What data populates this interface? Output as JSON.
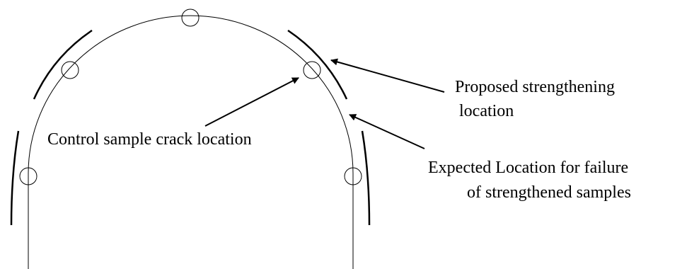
{
  "labels": {
    "proposed_line1": "Proposed strengthening",
    "proposed_line2": "location",
    "control": "Control sample crack location",
    "expected_line1": "Expected Location for failure",
    "expected_line2": "of strengthened samples"
  },
  "colors": {
    "stroke": "#000000",
    "background": "#ffffff"
  }
}
